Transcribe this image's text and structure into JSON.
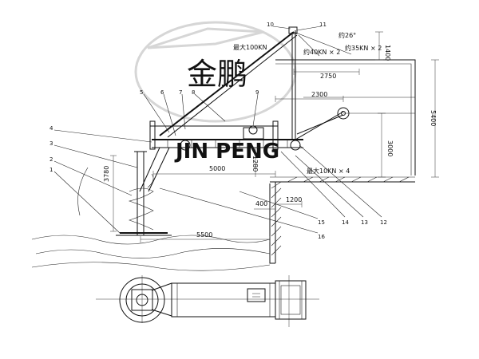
{
  "watermark": {
    "cjk": "金鹏",
    "latin": "JIN PENG",
    "color": "#d6d6d6"
  },
  "annotations": {
    "max_100kn": "最大100KN",
    "about_26deg": "约26°",
    "about_40kn_x2": "约40KN × 2",
    "about_35kn_x2": "约35KN × 2",
    "max_10kn_x4": "最大10KN × 4"
  },
  "dimensions": {
    "d1400": "1400",
    "d2750": "2750",
    "d2300": "2300",
    "d5400": "5400",
    "d3000": "3000",
    "d5000": "5000",
    "d1280": "1280",
    "d3780": "3780",
    "d400": "400",
    "d1200": "1200",
    "d5500": "5500"
  },
  "part_numbers": [
    "1",
    "2",
    "3",
    "4",
    "5",
    "6",
    "7",
    "8",
    "9",
    "10",
    "11",
    "12",
    "13",
    "14",
    "15",
    "16"
  ]
}
